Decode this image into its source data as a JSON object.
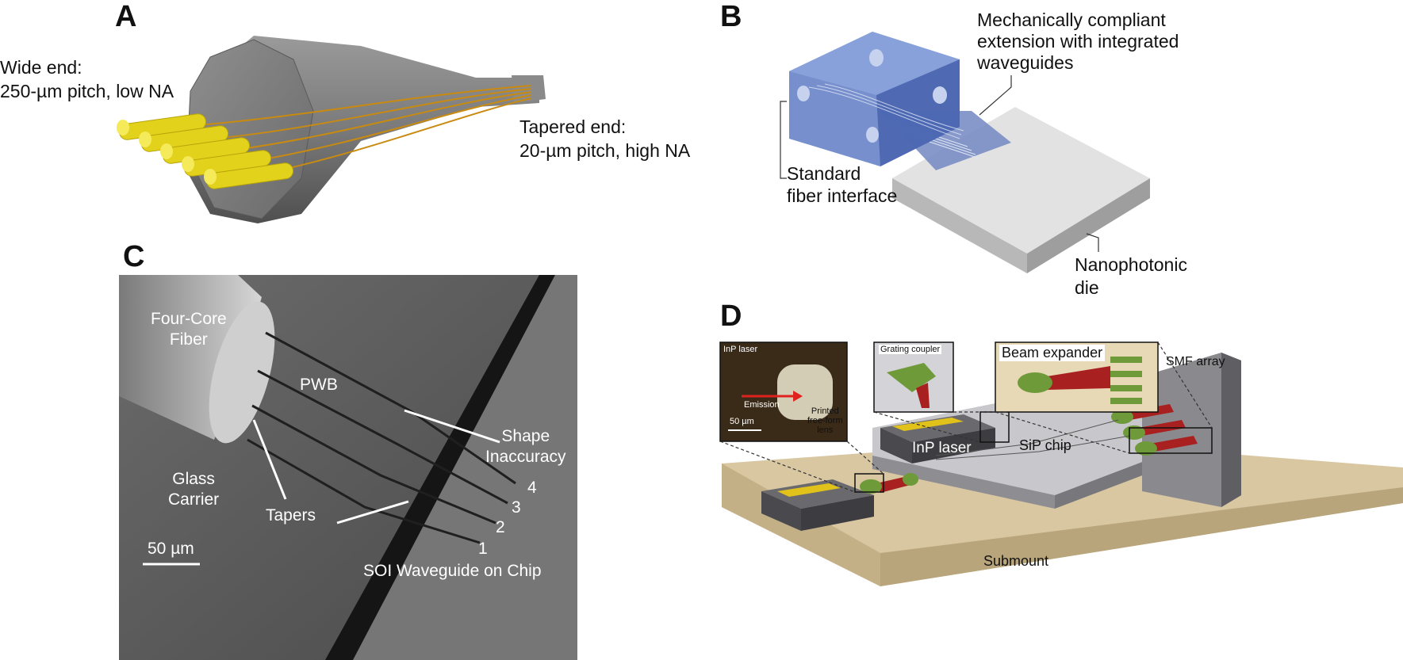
{
  "panelA": {
    "letter": "A",
    "wide_end": [
      "Wide end:",
      "250-µm pitch, low NA"
    ],
    "tapered_end": [
      "Tapered end:",
      "20-µm pitch, high NA"
    ]
  },
  "panelB": {
    "letter": "B",
    "extension": [
      "Mechanically compliant",
      "extension with integrated",
      "waveguides"
    ],
    "fiber_interface": [
      "Standard",
      "fiber interface"
    ],
    "die": [
      "Nanophotonic",
      "die"
    ]
  },
  "panelC": {
    "letter": "C",
    "four_core": [
      "Four-Core",
      "Fiber"
    ],
    "pwb": "PWB",
    "shape": [
      "Shape",
      "Inaccuracy"
    ],
    "glass": [
      "Glass",
      "Carrier"
    ],
    "tapers": "Tapers",
    "scale": "50 µm",
    "waveguide": "SOI Waveguide on Chip",
    "numbers": [
      "4",
      "3",
      "2",
      "1"
    ]
  },
  "panelD": {
    "letter": "D",
    "inp_inset_title": "InP laser",
    "emission": "Emission",
    "lens": [
      "Printed",
      "free-form",
      "lens"
    ],
    "inset_scale": "50 µm",
    "grating": "Grating coupler",
    "beam_expander": "Beam expander",
    "smf": "SMF array",
    "inp_laser": "InP laser",
    "sip": "SiP chip",
    "submount": "Submount"
  }
}
